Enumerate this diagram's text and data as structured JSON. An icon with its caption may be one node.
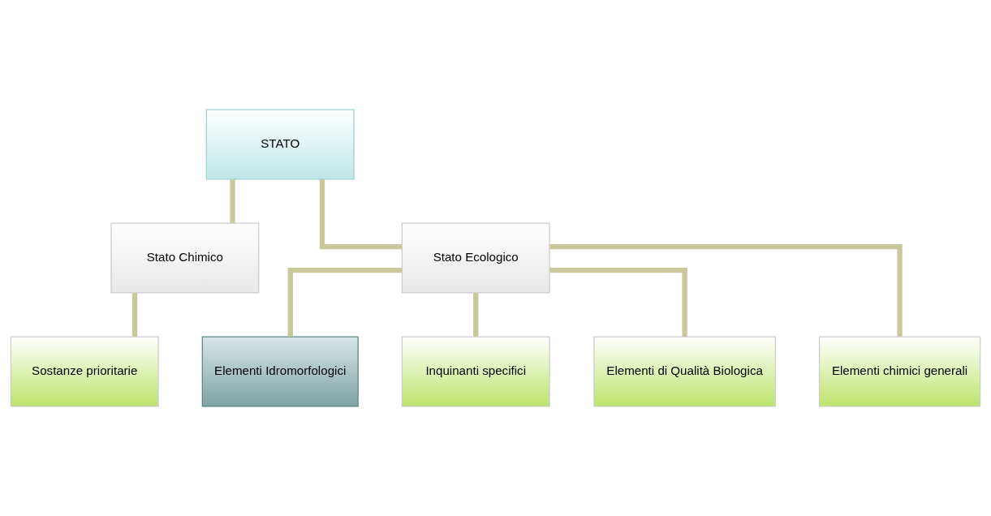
{
  "diagram": {
    "nodes": [
      {
        "text": [
          "STATO"
        ]
      },
      {
        "text": [
          "Stato Chimico"
        ]
      },
      {
        "text": [
          "Stato Ecologico"
        ]
      },
      {
        "text": [
          "Sostanze prioritarie"
        ]
      },
      {
        "text": [
          "Elementi Idromorfologici"
        ]
      },
      {
        "text": [
          "Inquinanti specifici"
        ]
      },
      {
        "text": [
          "Elementi di Qualità Biologica"
        ]
      },
      {
        "text": [
          "Elementi chimici generali"
        ]
      }
    ],
    "edges": [
      {
        "from": 0,
        "to": 1,
        "arrow": "none"
      },
      {
        "from": 0,
        "to": 2,
        "arrow": "none"
      },
      {
        "from": 1,
        "to": 3,
        "arrow": "none"
      },
      {
        "from": 2,
        "to": 4,
        "arrow": "none"
      },
      {
        "from": 2,
        "to": 5,
        "arrow": "none"
      },
      {
        "from": 2,
        "to": 6,
        "arrow": "none"
      },
      {
        "from": 2,
        "to": 7,
        "arrow": "none"
      }
    ]
  }
}
